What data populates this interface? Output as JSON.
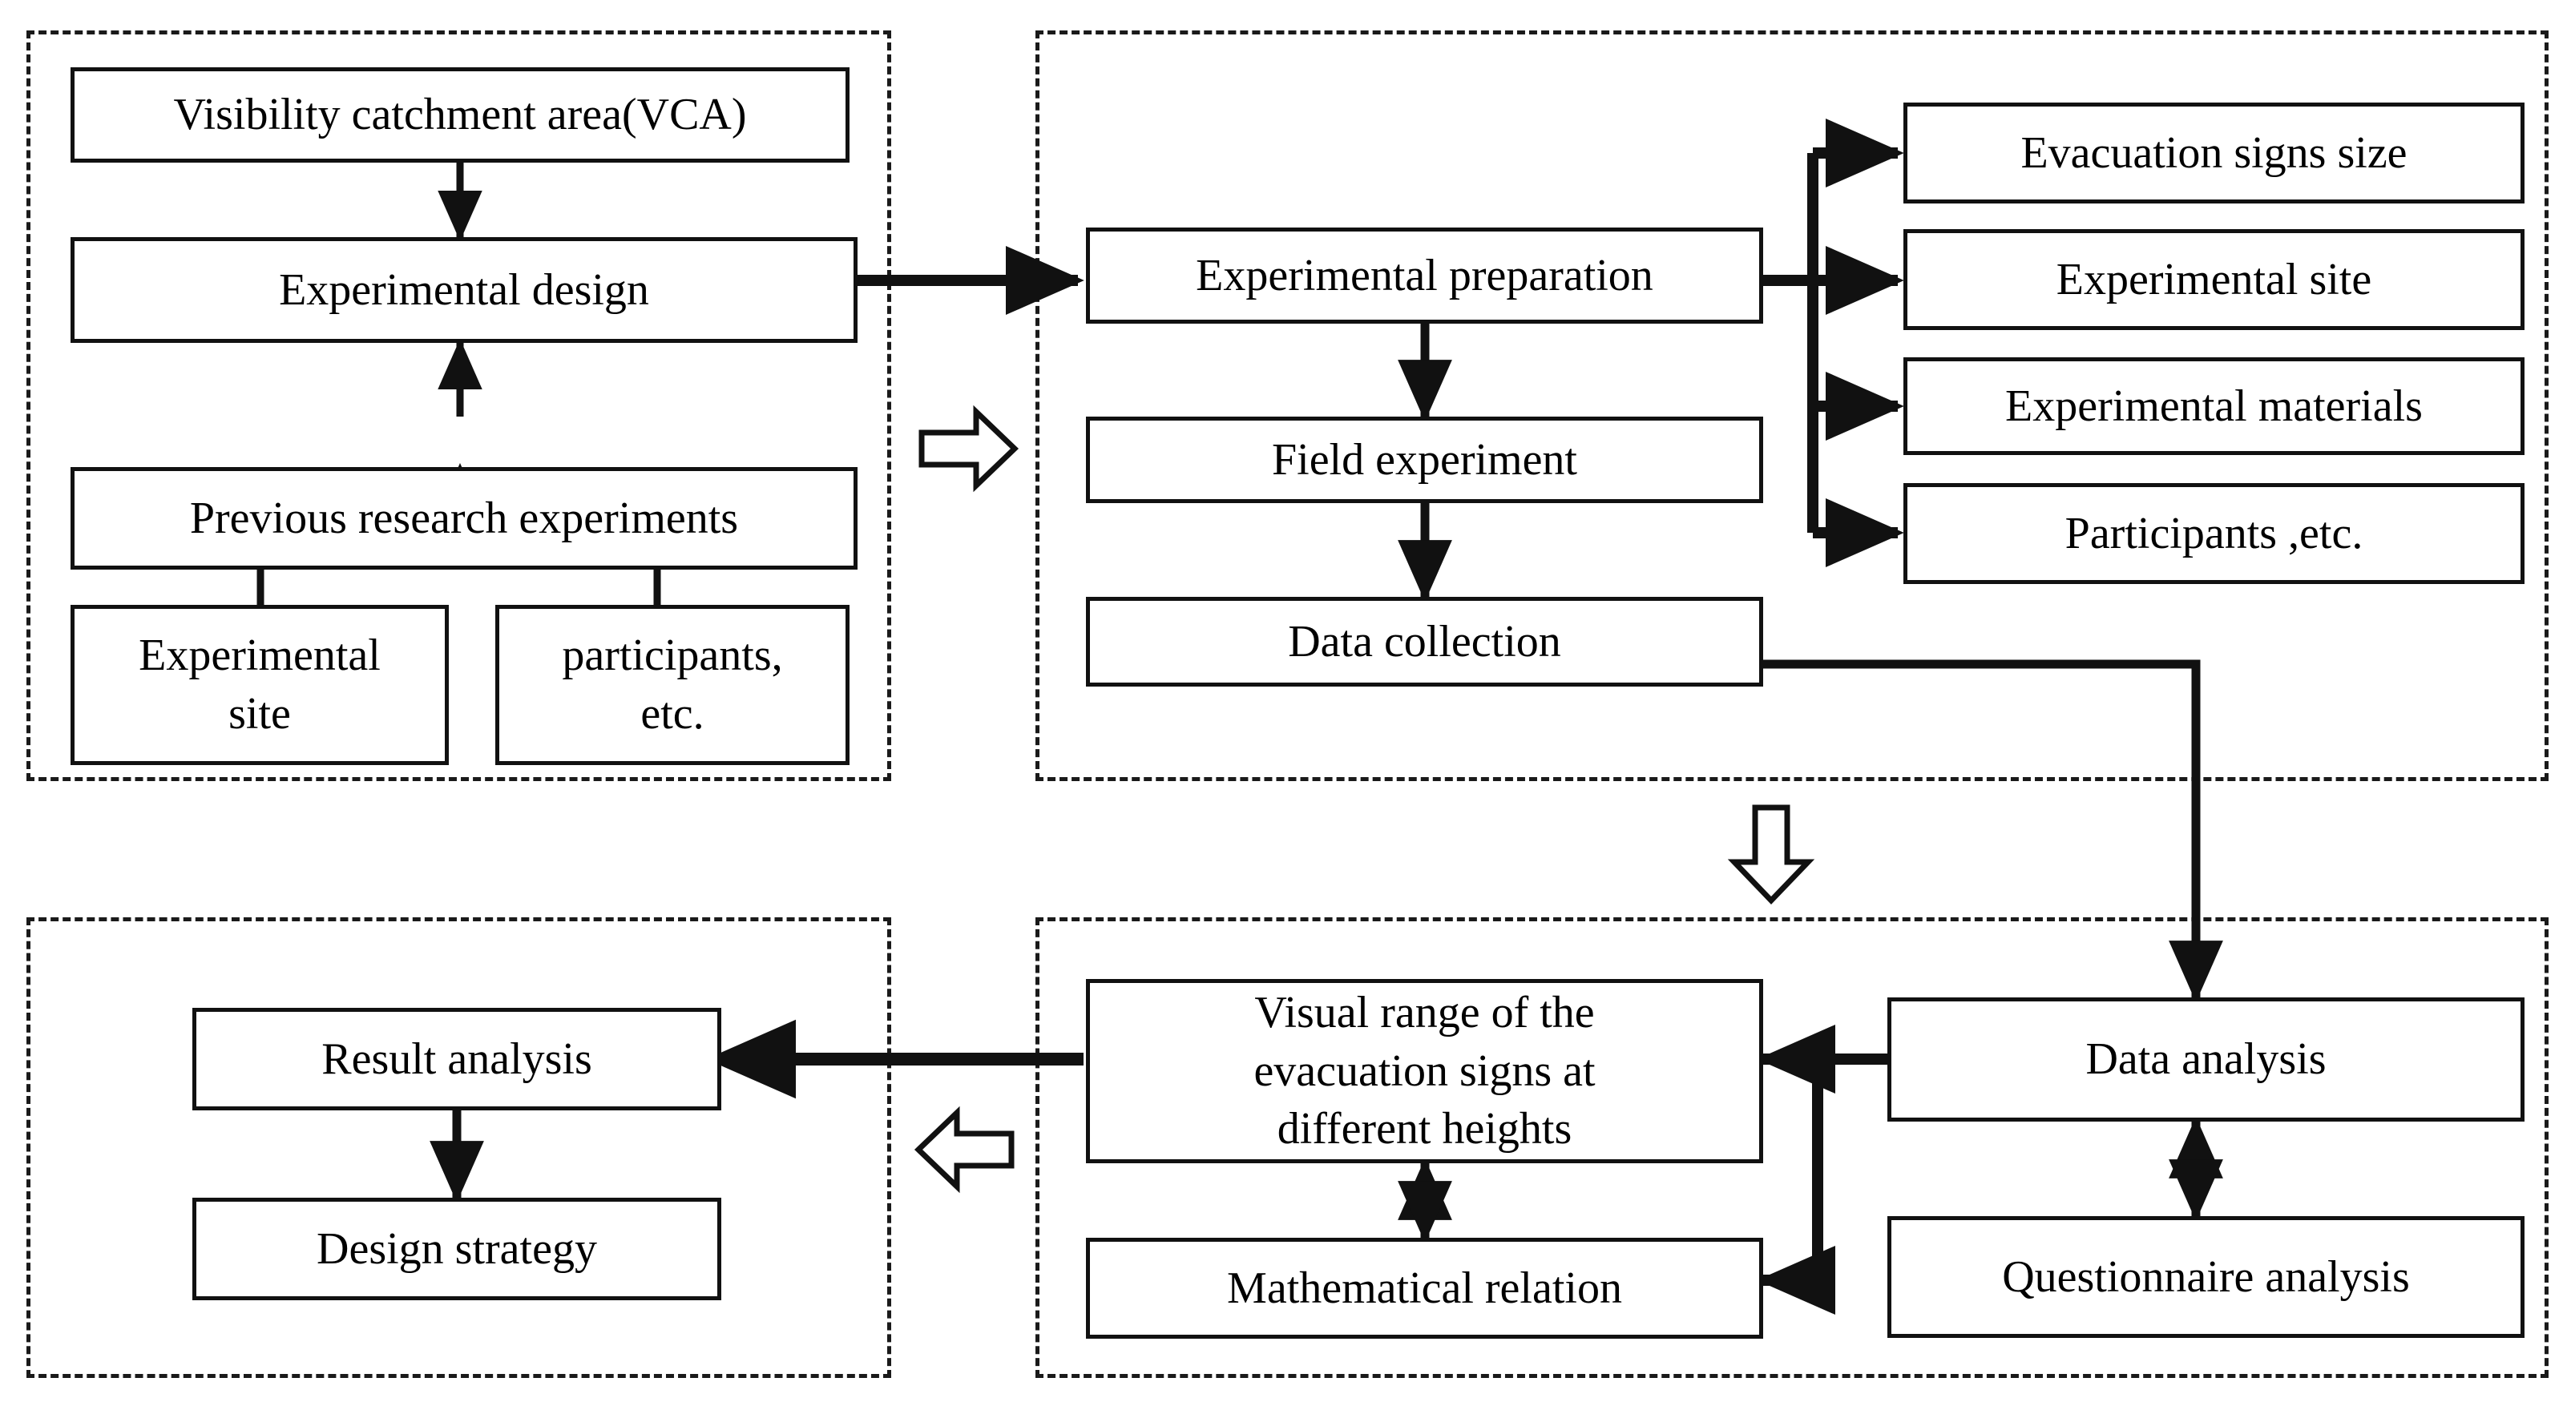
{
  "diagram": {
    "title": "Research framework flowchart",
    "stroke_color": "#111111",
    "panel_border_color": "#1a1a1a",
    "background": "#ffffff",
    "panels": [
      {
        "id": "stage-1",
        "name": "top-left-stage"
      },
      {
        "id": "stage-2",
        "name": "top-right-stage"
      },
      {
        "id": "stage-3",
        "name": "bottom-left-stage"
      },
      {
        "id": "stage-4",
        "name": "bottom-right-stage"
      }
    ],
    "nodes": {
      "vca": "Visibility catchment area(VCA)",
      "experimental_design": "Experimental design",
      "previous_research": "Previous research experiments",
      "experimental_site_left": "Experimental\nsite",
      "participants_left": "participants,\netc.",
      "experimental_preparation": "Experimental preparation",
      "field_experiment": "Field experiment",
      "data_collection": "Data collection",
      "evacuation_signs_size": "Evacuation signs size",
      "experimental_site_right": "Experimental site",
      "experimental_materials": "Experimental materials",
      "participants_etc": "Participants ,etc.",
      "visual_range": "Visual range of the\nevacuation signs at\ndifferent heights",
      "mathematical_relation": "Mathematical relation",
      "data_analysis": "Data analysis",
      "questionnaire_analysis": "Questionnaire analysis",
      "result_analysis": "Result analysis",
      "design_strategy": "Design strategy"
    },
    "stage_arrows": [
      {
        "name": "stage-arrow-right",
        "direction": "right"
      },
      {
        "name": "stage-arrow-down",
        "direction": "down"
      },
      {
        "name": "stage-arrow-left",
        "direction": "left"
      }
    ]
  }
}
